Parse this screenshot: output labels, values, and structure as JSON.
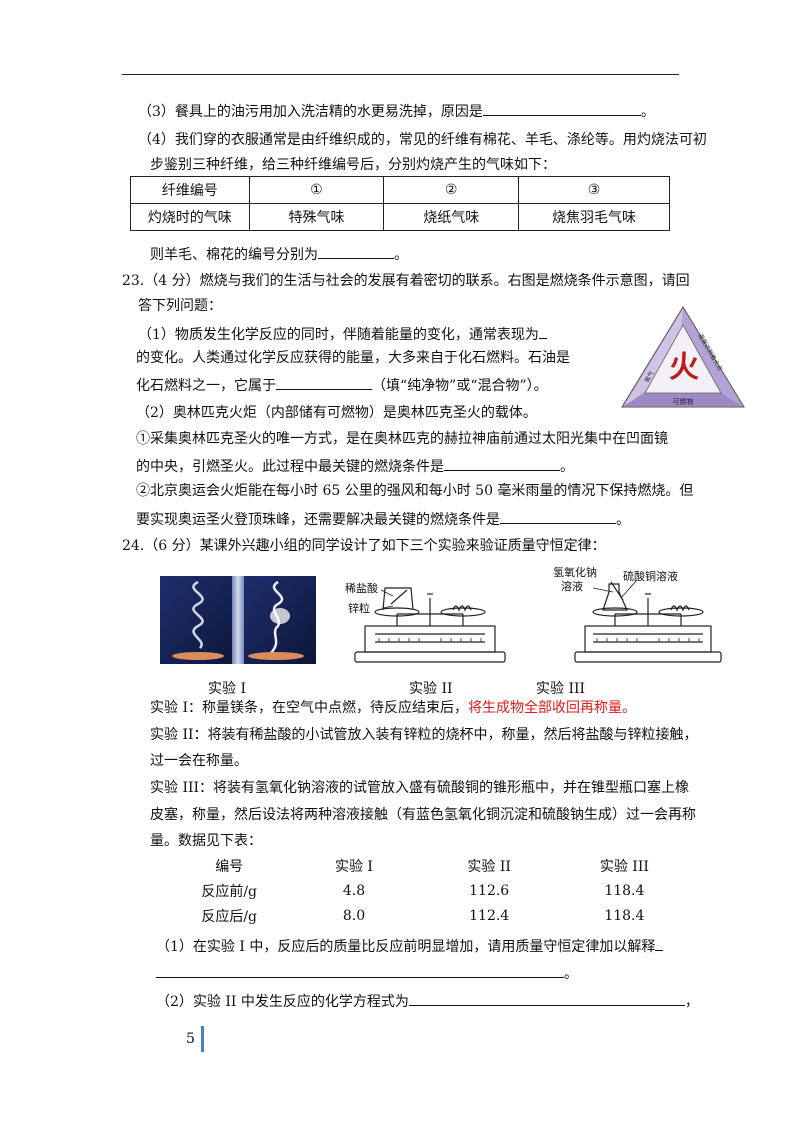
{
  "q22": {
    "p3": "（3）餐具上的油污用加入洗洁精的水更易洗掉，原因是",
    "p4a": "（4）我们穿的衣服通常是由纤维织成的，常见的纤维有棉花、羊毛、涤纶等。用灼烧法可初",
    "p4b": "步鉴别三种纤维，给三种纤维编号后，分别灼烧产生的气味如下：",
    "table": {
      "header": [
        "纤维编号",
        "①",
        "②",
        "③"
      ],
      "row": [
        "灼烧时的气味",
        "特殊气味",
        "烧纸气味",
        "烧焦羽毛气味"
      ]
    },
    "p5": "则羊毛、棉花的编号分别为"
  },
  "q23": {
    "l1": "23.（4 分）燃烧与我们的生活与社会的发展有着密切的联系。右图是燃烧条件示意图，请回",
    "l2": "答下列问题：",
    "l3": "（1）物质发生化学反应的同时，伴随着能量的变化，通常表现为",
    "l4": "的变化。人类通过化学反应获得的能量，大多来自于化石燃料。石油是",
    "l5a": "化石燃料之一，它属于",
    "l5b": "（填“纯净物”或“混合物”）。",
    "l6": "（2）奥林匹克火炬（内部储有可燃物）是奥林匹克圣火的载体。",
    "l7": "①采集奥林匹克圣火的唯一方式，是在奥林匹克的赫拉神庙前通过太阳光集中在凹面镜",
    "l8": "的中央，引燃圣火。此过程中最关键的燃烧条件是",
    "l9": "②北京奥运会火炬能在每小时 65 公里的强风和每小时 50 毫米雨量的情况下保持燃烧。但",
    "l10": "要实现奥运圣火登顶珠峰，还需要解决最关键的燃烧条件是",
    "triangle": {
      "fire": "火",
      "left": "氧气",
      "right": "温度达到着火点",
      "bottom": "可燃物"
    }
  },
  "q24": {
    "l1": "24.（6 分）某课外兴趣小组的同学设计了如下三个实验来验证质量守恒定律：",
    "fig2": {
      "label1": "稀盐酸",
      "label2": "锌粒"
    },
    "fig3": {
      "label1": "氢氧化钠",
      "label2": "溶液",
      "label3": "硫酸铜溶液"
    },
    "captions": [
      "实验 I",
      "实验 II",
      "实验 III"
    ],
    "e1a": "实验 I：称量镁条，在空气中点燃，待反应结束后，",
    "e1red": "将生成物全部收回再称量。",
    "e2a": "实验 II：将装有稀盐酸的小试管放入装有锌粒的烧杯中，称量，然后将盐酸与锌粒接触，",
    "e2b": "过一会在称量。",
    "e3a": "实验 III：将装有氢氧化钠溶液的试管放入盛有硫酸铜的锥形瓶中，并在锥型瓶口塞上橡",
    "e3b": "皮塞，称量，然后设法将两种溶液接触（有蓝色氢氧化铜沉淀和硫酸钠生成）过一会再称",
    "e3c": "量。数据见下表：",
    "table": {
      "header": [
        "编号",
        "实验 I",
        "实验 II",
        "实验 III"
      ],
      "rows": [
        [
          "反应前/g",
          "4.8",
          "112.6",
          "118.4"
        ],
        [
          "反应后/g",
          "8.0",
          "112.4",
          "118.4"
        ]
      ]
    },
    "s1": "（1）在实验 I 中，反应后的质量比反应前明显增加，请用质量守恒定律加以解释",
    "s2": "（2）实验 II 中发生反应的化学方程式为"
  },
  "page": {
    "number": "5"
  },
  "punct": {
    "period": "。",
    "comma": "，"
  }
}
